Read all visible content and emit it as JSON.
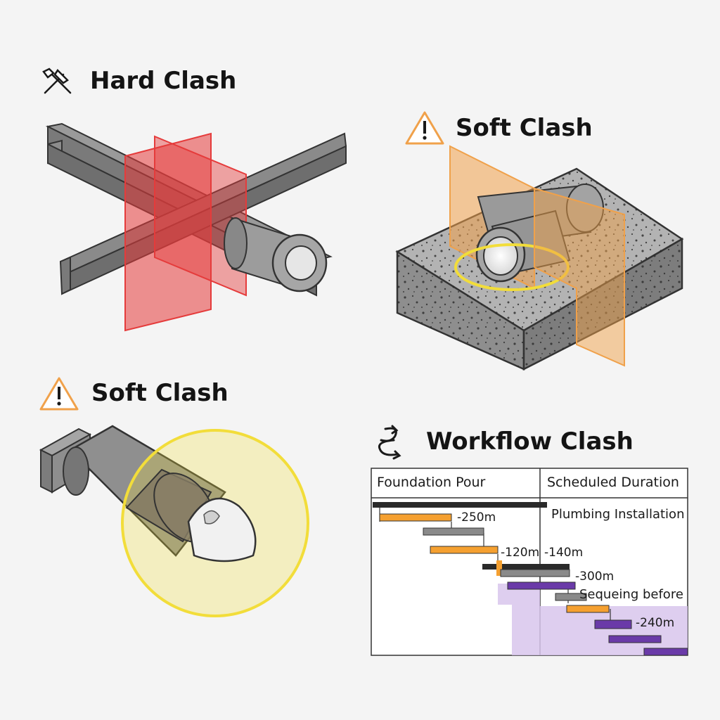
{
  "sections": {
    "hard": {
      "title": "Hard Clash",
      "icon": "hammer-wrench-icon"
    },
    "soft_slab": {
      "title": "Soft Clash",
      "icon": "warning-triangle-icon"
    },
    "soft_pipe": {
      "title": "Soft Clash",
      "icon": "warning-triangle-icon"
    },
    "workflow": {
      "title": "Workflow Clash",
      "icon": "workflow-arrows-icon"
    }
  },
  "gantt": {
    "col1_header": "Foundation Pour",
    "col2_header": "Scheduled Duration",
    "task_label": "Plumbing Installation",
    "labels": [
      "-250m",
      "-120m",
      "-140m",
      "-300m",
      "Sequeing before",
      "-240m"
    ]
  },
  "colors": {
    "clash_red": "#e53b3b",
    "clash_orange": "#f0a14a",
    "clearance_yellow": "#f2dd3a",
    "steel": "#8c8c8c",
    "gantt_orange": "#f5a030",
    "gantt_purple": "#6a3aa8",
    "gantt_black": "#2a2a2a",
    "gantt_gray": "#8a8a8a",
    "lavender": "#d8c6ec"
  }
}
